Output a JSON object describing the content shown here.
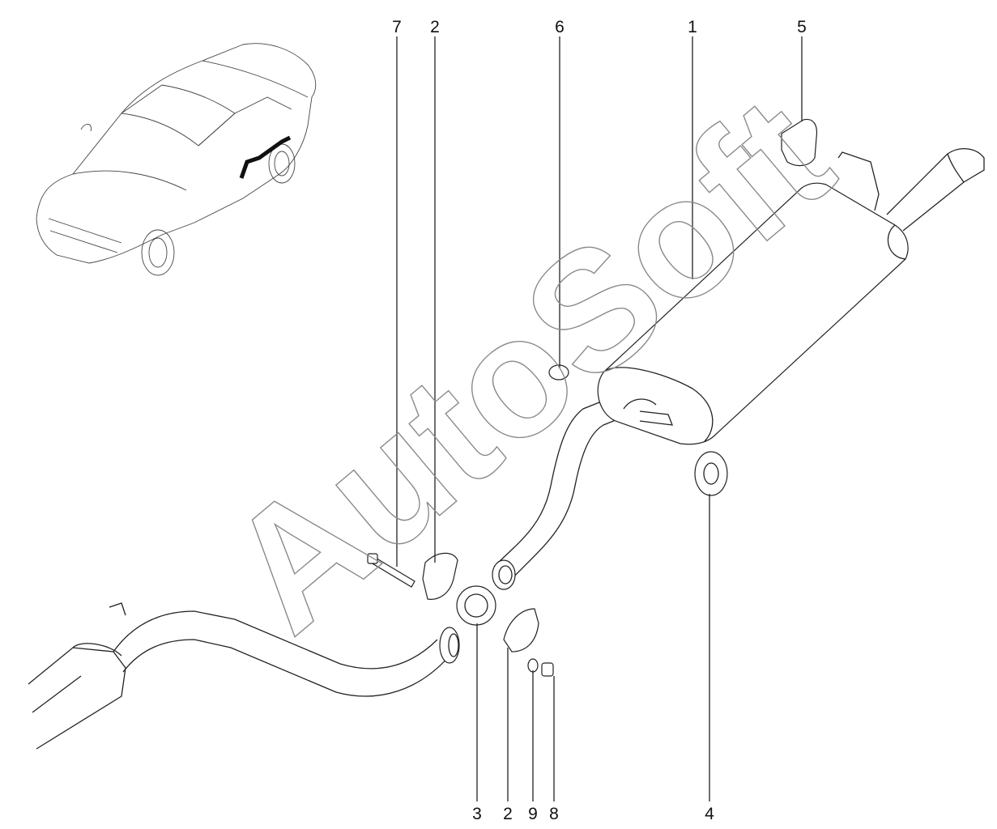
{
  "watermark": "AutoSoft",
  "callouts_top": [
    "7",
    "2",
    "6",
    "1",
    "5"
  ],
  "callouts_bottom": [
    "3",
    "2",
    "9",
    "8",
    "4"
  ]
}
